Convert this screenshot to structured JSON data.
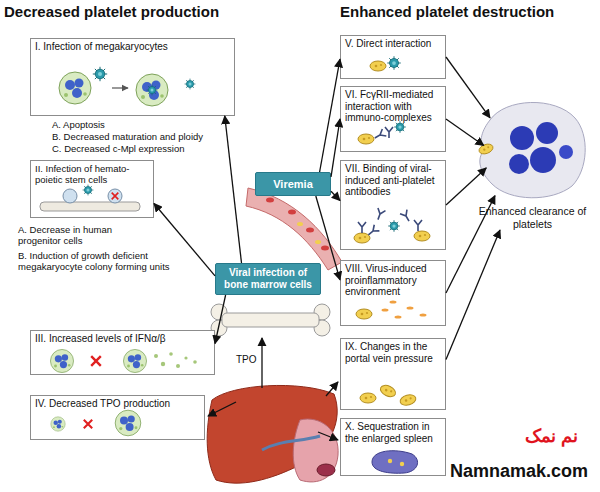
{
  "diagram": {
    "nodes": [
      {
        "text": [
          "I. Infection of megakaryocytes"
        ]
      },
      {
        "text": [
          "II. Infection of hemato- poietic stem cells"
        ]
      },
      {
        "text": [
          "Viremia"
        ]
      },
      {
        "text": [
          "Viral infection of bone marrow cells"
        ]
      },
      {
        "text": [
          "III. Increased levels of IFNα/β"
        ]
      },
      {
        "text": [
          "IV. Decreased TPO production"
        ]
      },
      {
        "text": [
          "V. Direct interaction"
        ]
      },
      {
        "text": [
          "VI. FcγRII-mediated interaction with immuno-complexes"
        ]
      },
      {
        "text": [
          "VII. Binding of viral-induced anti-platelet antibodies"
        ]
      },
      {
        "text": [
          "VIII. Virus-induced proinflammatory environment"
        ]
      },
      {
        "text": [
          "IX. Changes in the portal vein pressure"
        ]
      },
      {
        "text": [
          "X. Sequestration in the enlarged spleen"
        ]
      },
      {
        "text": [
          "Enhanced clearance of platelets"
        ]
      }
    ],
    "edges": [
      {
        "from": 3,
        "to": 0,
        "arrow": "to"
      },
      {
        "from": 3,
        "to": 1,
        "arrow": "to"
      },
      {
        "from": 3,
        "to": 4,
        "arrow": "to"
      },
      {
        "from": 2,
        "to": 6,
        "arrow": "to"
      },
      {
        "from": 2,
        "to": 7,
        "arrow": "to"
      },
      {
        "from": 2,
        "to": 8,
        "arrow": "to"
      },
      {
        "from": 2,
        "to": 9,
        "arrow": "to"
      },
      {
        "from": 6,
        "to": 12,
        "arrow": "to"
      },
      {
        "from": 7,
        "to": 12,
        "arrow": "to"
      },
      {
        "from": 8,
        "to": 12,
        "arrow": "to"
      },
      {
        "from": 9,
        "to": 12,
        "arrow": "to"
      },
      {
        "from": 10,
        "to": 12,
        "arrow": "to"
      }
    ],
    "labels": [
      "Decreased platelet production",
      "Enhanced platelet destruction",
      "A. Apoptosis",
      "B. Decreased maturation and ploidy",
      "C. Decreased c-Mpl expression",
      "A. Decrease in human progenitor cells",
      "B. Induction of growth deficient megakaryocyte colony forming units",
      "TPO",
      "نم نمک",
      "Namnamak.com"
    ]
  }
}
